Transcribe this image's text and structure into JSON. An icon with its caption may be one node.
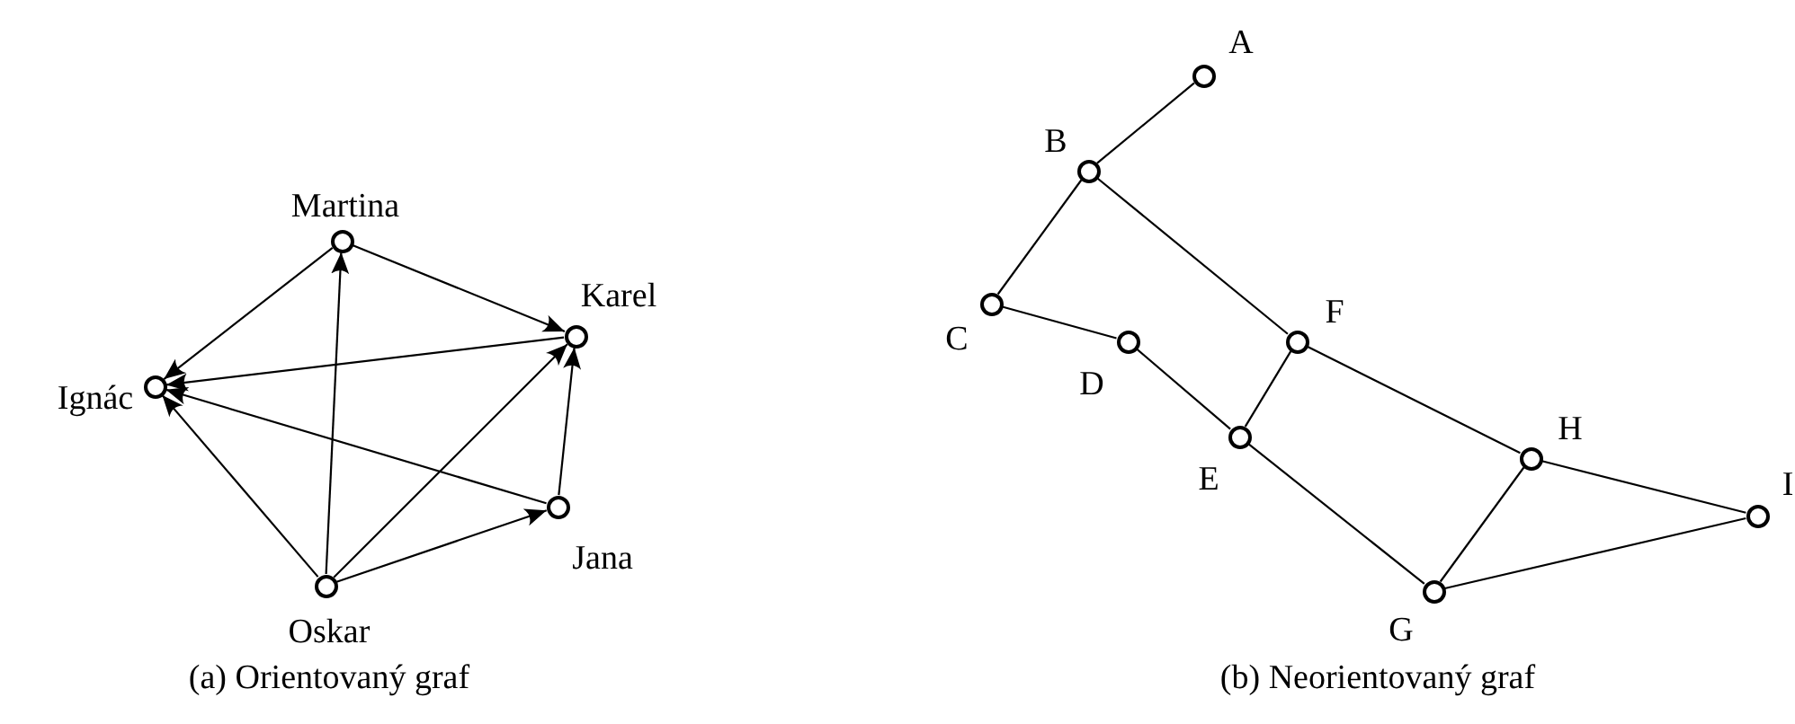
{
  "diagram": {
    "nodes": [
      {
        "text": [
          "Martina"
        ]
      },
      {
        "text": [
          "Karel"
        ]
      },
      {
        "text": [
          "Ignác"
        ]
      },
      {
        "text": [
          "Jana"
        ]
      },
      {
        "text": [
          "Oskar"
        ]
      },
      {
        "text": [
          "A"
        ]
      },
      {
        "text": [
          "B"
        ]
      },
      {
        "text": [
          "C"
        ]
      },
      {
        "text": [
          "D"
        ]
      },
      {
        "text": [
          "F"
        ]
      },
      {
        "text": [
          "E"
        ]
      },
      {
        "text": [
          "H"
        ]
      },
      {
        "text": [
          "I"
        ]
      },
      {
        "text": [
          "G"
        ]
      }
    ],
    "edges": [
      {
        "from": 0,
        "to": 2,
        "arrow": "to"
      },
      {
        "from": 0,
        "to": 1,
        "arrow": "to"
      },
      {
        "from": 1,
        "to": 2,
        "arrow": "to"
      },
      {
        "from": 4,
        "to": 0,
        "arrow": "to"
      },
      {
        "from": 4,
        "to": 1,
        "arrow": "to"
      },
      {
        "from": 4,
        "to": 2,
        "arrow": "to"
      },
      {
        "from": 4,
        "to": 3,
        "arrow": "to"
      },
      {
        "from": 3,
        "to": 2,
        "arrow": "to"
      },
      {
        "from": 3,
        "to": 1,
        "arrow": "to"
      },
      {
        "from": 5,
        "to": 6,
        "arrow": "none"
      },
      {
        "from": 6,
        "to": 7,
        "arrow": "none"
      },
      {
        "from": 6,
        "to": 9,
        "arrow": "none"
      },
      {
        "from": 7,
        "to": 8,
        "arrow": "none"
      },
      {
        "from": 8,
        "to": 10,
        "arrow": "none"
      },
      {
        "from": 10,
        "to": 9,
        "arrow": "none"
      },
      {
        "from": 10,
        "to": 13,
        "arrow": "none"
      },
      {
        "from": 9,
        "to": 11,
        "arrow": "none"
      },
      {
        "from": 13,
        "to": 11,
        "arrow": "none"
      },
      {
        "from": 11,
        "to": 12,
        "arrow": "none"
      },
      {
        "from": 13,
        "to": 12,
        "arrow": "none"
      }
    ],
    "labels": [
      "(a) Orientovaný graf",
      "(b) Neorientovaný graf"
    ]
  }
}
